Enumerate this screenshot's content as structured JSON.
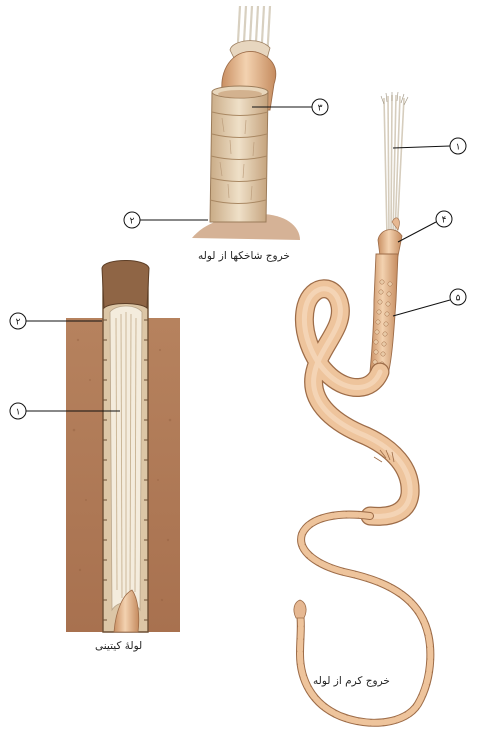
{
  "captions": {
    "tentacles_exit": "خروج شاخکها از لوله",
    "tube": "لولهٔ کیتینی",
    "worm_exit": "خروج کرم از لوله"
  },
  "callouts": {
    "n1": "۱",
    "n2": "۲",
    "n3": "۳",
    "n4": "۴",
    "n5": "۵"
  },
  "colors": {
    "worm_body": "#ecc29a",
    "worm_shade": "#c98f62",
    "tube_wall": "#e3cdb0",
    "tube_band": "#b9936e",
    "sediment": "#b07e5c",
    "tentacles": "#d9d2c4"
  }
}
